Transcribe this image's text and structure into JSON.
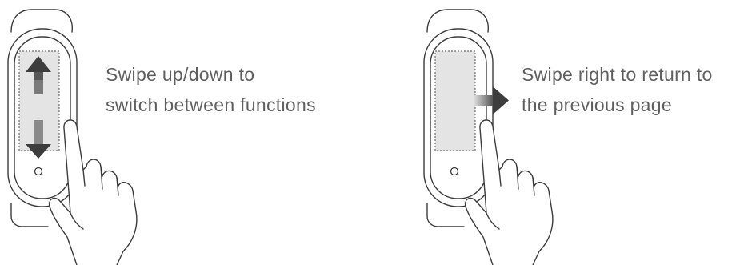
{
  "instructions": [
    {
      "lines": [
        "Swipe up/down to",
        "switch between functions"
      ]
    },
    {
      "lines": [
        "Swipe right to return to",
        "the previous page"
      ]
    }
  ]
}
